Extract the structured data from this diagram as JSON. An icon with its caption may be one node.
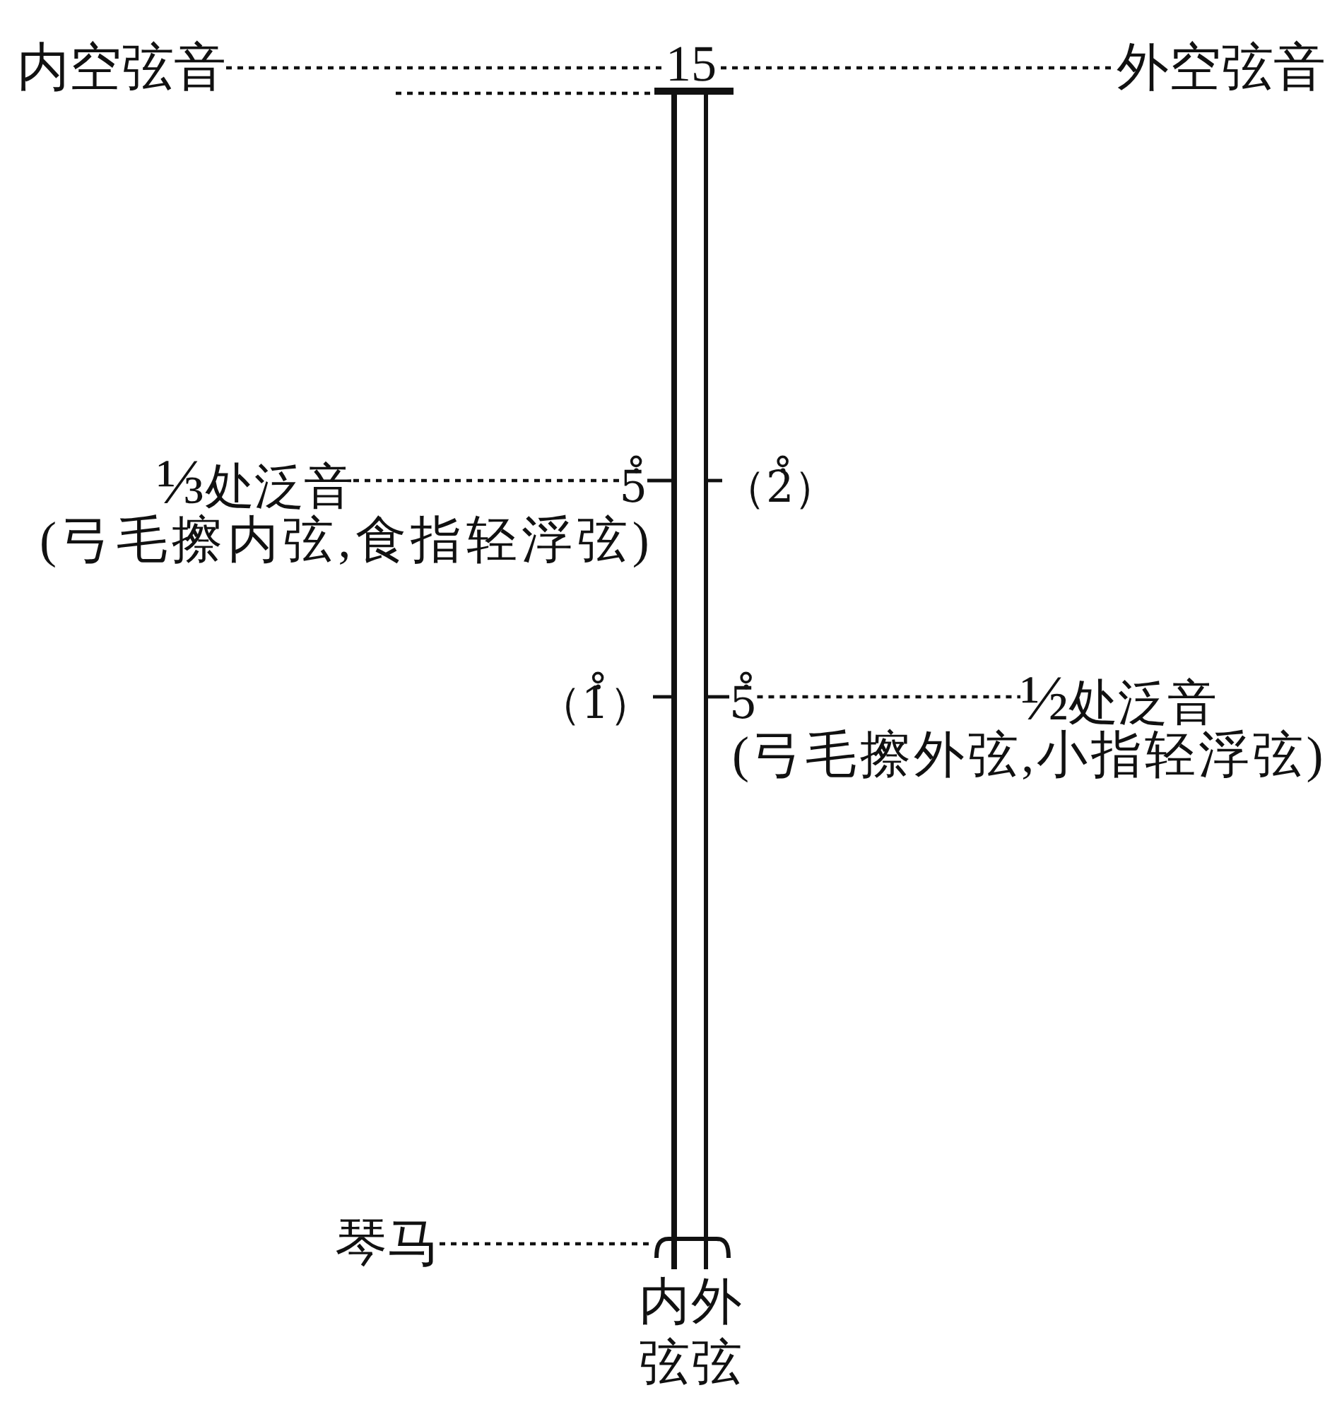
{
  "diagram": {
    "nodes": [
      {
        "text": [
          "内空弦音"
        ]
      },
      {
        "text": [
          "15"
        ]
      },
      {
        "text": [
          "外空弦音"
        ]
      },
      {
        "text": [],
        "shape": "bar"
      },
      {
        "text": [],
        "shape": "line",
        "beside": [
          "内弦"
        ]
      },
      {
        "text": [],
        "shape": "line",
        "beside": [
          "外弦"
        ]
      },
      {
        "text": [
          "⅓处泛音"
        ],
        "beside": [
          "(弓毛擦内弦,食指轻浮弦)"
        ]
      },
      {
        "text": [
          "5̇̊"
        ]
      },
      {
        "text": [
          "（2̇̊）"
        ]
      },
      {
        "text": [
          "（1̇̊）"
        ]
      },
      {
        "text": [
          "5̇̊"
        ]
      },
      {
        "text": [
          "½处泛音"
        ],
        "beside": [
          "(弓毛擦外弦,小指轻浮弦)"
        ]
      },
      {
        "text": [
          "琴马"
        ]
      },
      {
        "text": [],
        "shape": "bar"
      }
    ],
    "edges": [
      {
        "from": 0,
        "to": 1,
        "arrow": "none",
        "style": "dashed"
      },
      {
        "from": 1,
        "to": 2,
        "arrow": "none",
        "style": "dashed"
      },
      {
        "from": null,
        "to": 3,
        "arrow": "none",
        "style": "dashed"
      },
      {
        "from": 6,
        "to": 7,
        "arrow": "none",
        "style": "dashed"
      },
      {
        "from": 7,
        "to": 4,
        "arrow": "none"
      },
      {
        "from": 8,
        "to": 5,
        "arrow": "none"
      },
      {
        "from": 9,
        "to": 4,
        "arrow": "none"
      },
      {
        "from": 10,
        "to": 5,
        "arrow": "none"
      },
      {
        "from": 10,
        "to": 11,
        "arrow": "none",
        "style": "dashed"
      },
      {
        "from": 12,
        "to": 13,
        "arrow": "none",
        "style": "dashed"
      }
    ]
  }
}
